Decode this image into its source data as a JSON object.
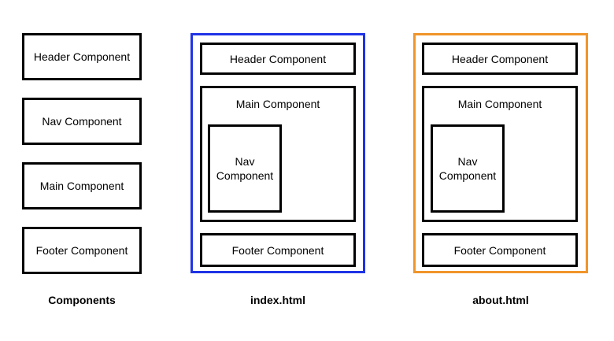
{
  "components_column": {
    "items": [
      {
        "label": "Header Component"
      },
      {
        "label": "Nav Component"
      },
      {
        "label": "Main Component"
      },
      {
        "label": "Footer Component"
      }
    ],
    "caption": "Components"
  },
  "index_page": {
    "frame_color": "#1f33e6",
    "header": "Header Component",
    "main": "Main Component",
    "nav": "Nav Component",
    "footer": "Footer Component",
    "caption": "index.html"
  },
  "about_page": {
    "frame_color": "#f0952a",
    "header": "Header Component",
    "main": "Main Component",
    "nav": "Nav Component",
    "footer": "Footer Component",
    "caption": "about.html"
  }
}
